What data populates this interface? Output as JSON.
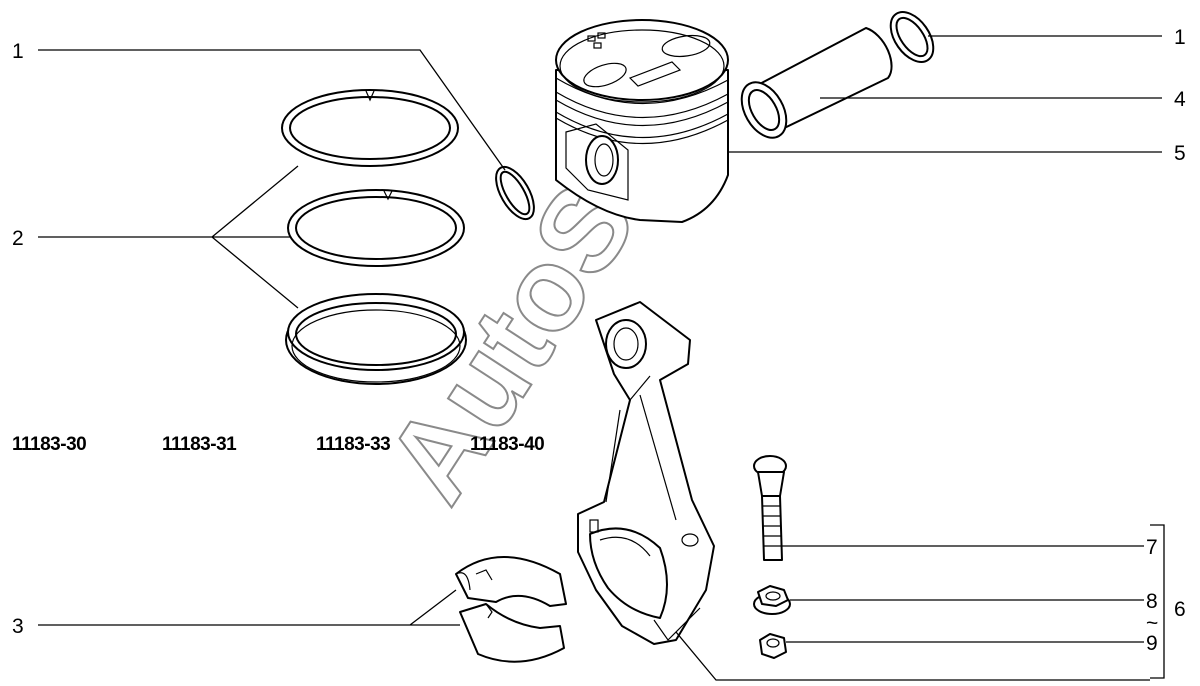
{
  "callouts": [
    {
      "label": "1"
    },
    {
      "label": "2"
    },
    {
      "label": "3"
    },
    {
      "label": "1"
    },
    {
      "label": "4"
    },
    {
      "label": "5"
    },
    {
      "label": "7"
    },
    {
      "label": "8"
    },
    {
      "label": "~"
    },
    {
      "label": "9"
    },
    {
      "label": "6"
    }
  ],
  "part_codes": [
    "11183-30",
    "11183-31",
    "11183-33",
    "11183-40"
  ],
  "watermark": "AutoSoft"
}
